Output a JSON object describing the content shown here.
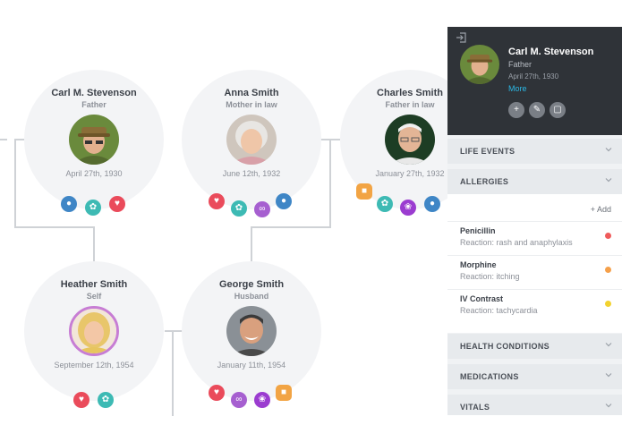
{
  "tree": {
    "people": [
      {
        "name": "Carl M. Stevenson",
        "role": "Father",
        "date": "April 27th, 1930"
      },
      {
        "name": "Anna Smith",
        "role": "Mother in law",
        "date": "June 12th, 1932"
      },
      {
        "name": "Charles Smith",
        "role": "Father in law",
        "date": "January 27th, 1932"
      },
      {
        "name": "Heather Smith",
        "role": "Self",
        "date": "September 12th, 1954"
      },
      {
        "name": "George Smith",
        "role": "Husband",
        "date": "January 11th, 1954"
      }
    ],
    "badge_icons": {
      "p0": [
        "water-drop-icon",
        "leaf-icon",
        "heart-icon"
      ],
      "p1": [
        "heart-icon",
        "leaf-icon",
        "ribbon-icon",
        "water-drop-icon"
      ],
      "p2": [
        "foot-icon",
        "leaf-icon",
        "brain-icon",
        "water-drop-icon"
      ],
      "p3": [
        "heart-icon",
        "leaf-icon"
      ],
      "p4": [
        "heart-icon",
        "ribbon-icon",
        "brain-icon",
        "foot-icon"
      ]
    },
    "colors": {
      "water": "#3f86c6",
      "leaf": "#3dbab4",
      "heart": "#ea4b5b",
      "ribbon": "#a65fd0",
      "brain": "#9b3cd0",
      "foot": "#f2a444",
      "self_ring": "#c77dd4"
    }
  },
  "panel": {
    "name": "Carl M. Stevenson",
    "role": "Father",
    "date": "April 27th, 1930",
    "more_label": "More",
    "sections": {
      "life_events": "LIFE EVENTS",
      "allergies": "ALLERGIES",
      "health_conditions": "HEALTH CONDITIONS",
      "medications": "MEDICATIONS",
      "vitals": "VITALS"
    },
    "add_label": "+ Add",
    "allergies": [
      {
        "name": "Penicillin",
        "reaction": "Reaction: rash and anaphylaxis",
        "color": "#ef5b5b"
      },
      {
        "name": "Morphine",
        "reaction": "Reaction: itching",
        "color": "#f5a04a"
      },
      {
        "name": "IV Contrast",
        "reaction": "Reaction: tachycardia",
        "color": "#f2d22e"
      }
    ],
    "header_bg": "#2f3338",
    "accent": "#2bb8e6"
  }
}
